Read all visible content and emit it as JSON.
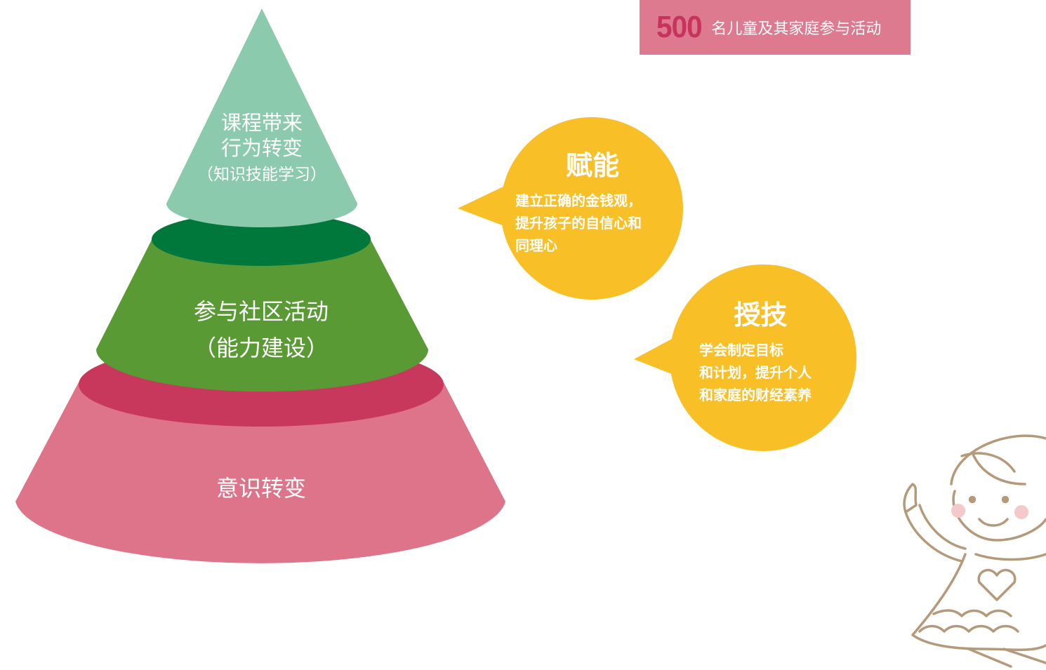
{
  "banner": {
    "number": "500",
    "text": "名儿童及其家庭参与活动"
  },
  "pyramid": {
    "top": {
      "line1": "课程带来",
      "line2": "行为转变",
      "line3": "（知识技能学习）"
    },
    "middle": {
      "line1": "参与社区活动",
      "line2": "（能力建设）"
    },
    "bottom": {
      "line1": "意识转变"
    }
  },
  "bubbles": {
    "empower": {
      "title": "赋能",
      "lines": [
        "建立正确的金钱观，",
        "提升孩子的自信心和",
        "同理心"
      ]
    },
    "teach": {
      "title": "授技",
      "lines": [
        "学会制定目标",
        "和计划，提升个人",
        "和家庭的财经素养"
      ]
    }
  },
  "colors": {
    "top_tier": "#8ccaad",
    "middle_tier": "#5a9a35",
    "middle_rim": "#00783c",
    "bottom_tier": "#de7489",
    "bottom_rim": "#c8375c",
    "bubble": "#f8bf27",
    "banner_bg": "#de7a8f",
    "banner_number": "#c8335e",
    "doodle": "#b49a7a"
  }
}
